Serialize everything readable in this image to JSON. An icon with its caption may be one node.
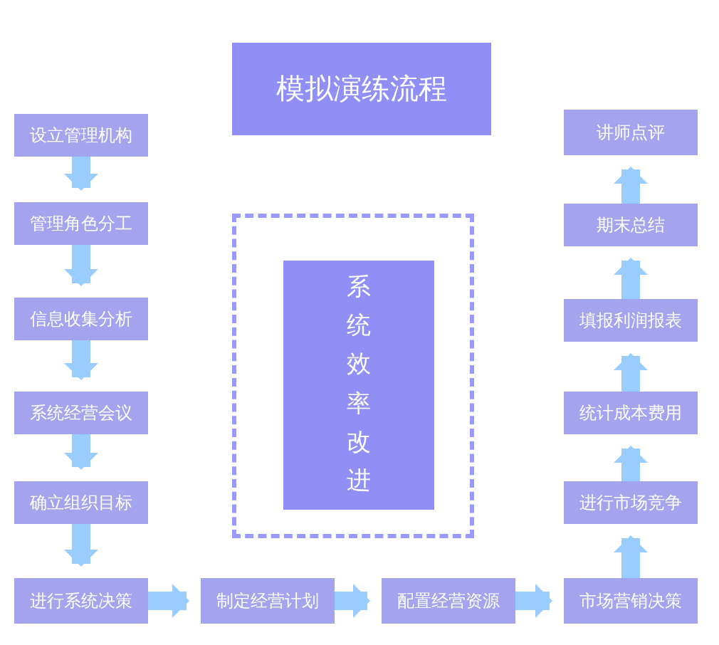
{
  "diagram": {
    "nodes": [
      {
        "text": [
          "模拟演练流程"
        ]
      },
      {
        "text": [
          "设立管理机构"
        ]
      },
      {
        "text": [
          "管理角色分工"
        ]
      },
      {
        "text": [
          "信息收集分析"
        ]
      },
      {
        "text": [
          "系统经营会议"
        ]
      },
      {
        "text": [
          "确立组织目标"
        ]
      },
      {
        "text": [
          "进行系统决策"
        ]
      },
      {
        "text": [
          "制定经营计划"
        ]
      },
      {
        "text": [
          "配置经营资源"
        ]
      },
      {
        "text": [
          "市场营销决策"
        ]
      },
      {
        "text": [
          "进行市场竞争"
        ]
      },
      {
        "text": [
          "统计成本费用"
        ]
      },
      {
        "text": [
          "填报利润报表"
        ]
      },
      {
        "text": [
          "期末总结"
        ]
      },
      {
        "text": [
          "讲师点评"
        ]
      },
      {
        "text": [],
        "shape": "box"
      },
      {
        "text": [
          "系统效率改进"
        ],
        "in": 15
      }
    ],
    "edges": [
      {
        "from": 1,
        "to": 2,
        "arrow": "to"
      },
      {
        "from": 2,
        "to": 3,
        "arrow": "to"
      },
      {
        "from": 3,
        "to": 4,
        "arrow": "to"
      },
      {
        "from": 4,
        "to": 5,
        "arrow": "to"
      },
      {
        "from": 5,
        "to": 6,
        "arrow": "to"
      },
      {
        "from": 6,
        "to": 7,
        "arrow": "to"
      },
      {
        "from": 7,
        "to": 8,
        "arrow": "to"
      },
      {
        "from": 8,
        "to": 9,
        "arrow": "to"
      },
      {
        "from": 9,
        "to": 10,
        "arrow": "to"
      },
      {
        "from": 10,
        "to": 11,
        "arrow": "to"
      },
      {
        "from": 11,
        "to": 12,
        "arrow": "to"
      },
      {
        "from": 12,
        "to": 13,
        "arrow": "to"
      },
      {
        "from": 13,
        "to": 14,
        "arrow": "to"
      }
    ]
  }
}
